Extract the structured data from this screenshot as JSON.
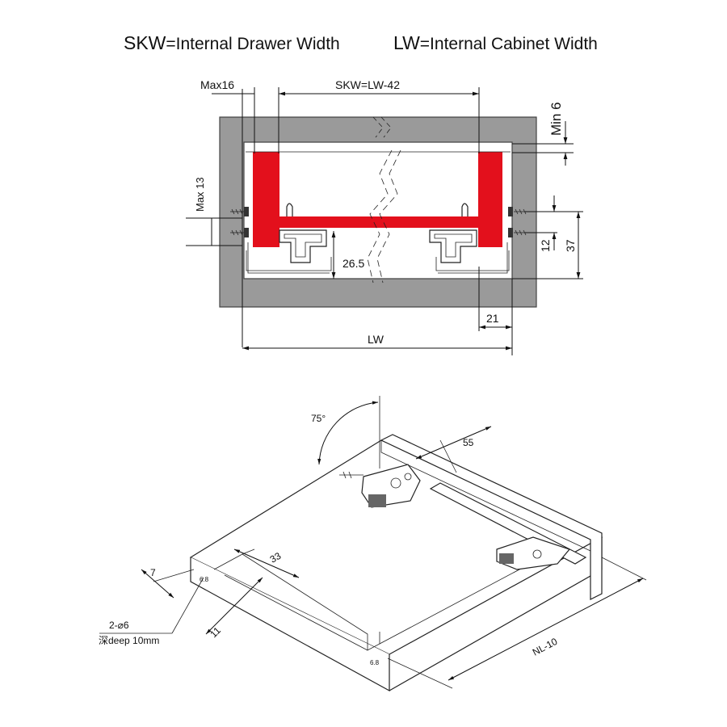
{
  "legend": {
    "skw_abbr": "SKW",
    "skw_desc": "=Internal Drawer Width",
    "lw_abbr": "LW",
    "lw_desc": "=Internal Cabinet Width"
  },
  "section_view": {
    "label_max16": "Max16",
    "label_skw_formula": "SKW=LW-42",
    "label_min6": "Min 6",
    "label_max13": "Max 13",
    "label_26_5": "26.5",
    "label_12": "12",
    "label_37": "37",
    "label_21": "21",
    "label_lw": "LW"
  },
  "iso_view": {
    "label_angle": "75°",
    "label_55": "55",
    "label_33": "33",
    "label_7": "7",
    "label_11": "11",
    "label_hole_count": "2-⌀6",
    "label_hole_depth": "深deep 10mm",
    "label_nl": "NL-10",
    "label_hole_mark_left": "6.8",
    "label_hole_mark_right": "6.8"
  },
  "colors": {
    "cabinet_gray": "#9a9a9a",
    "drawer_red": "#e3101c",
    "line": "#111111"
  }
}
